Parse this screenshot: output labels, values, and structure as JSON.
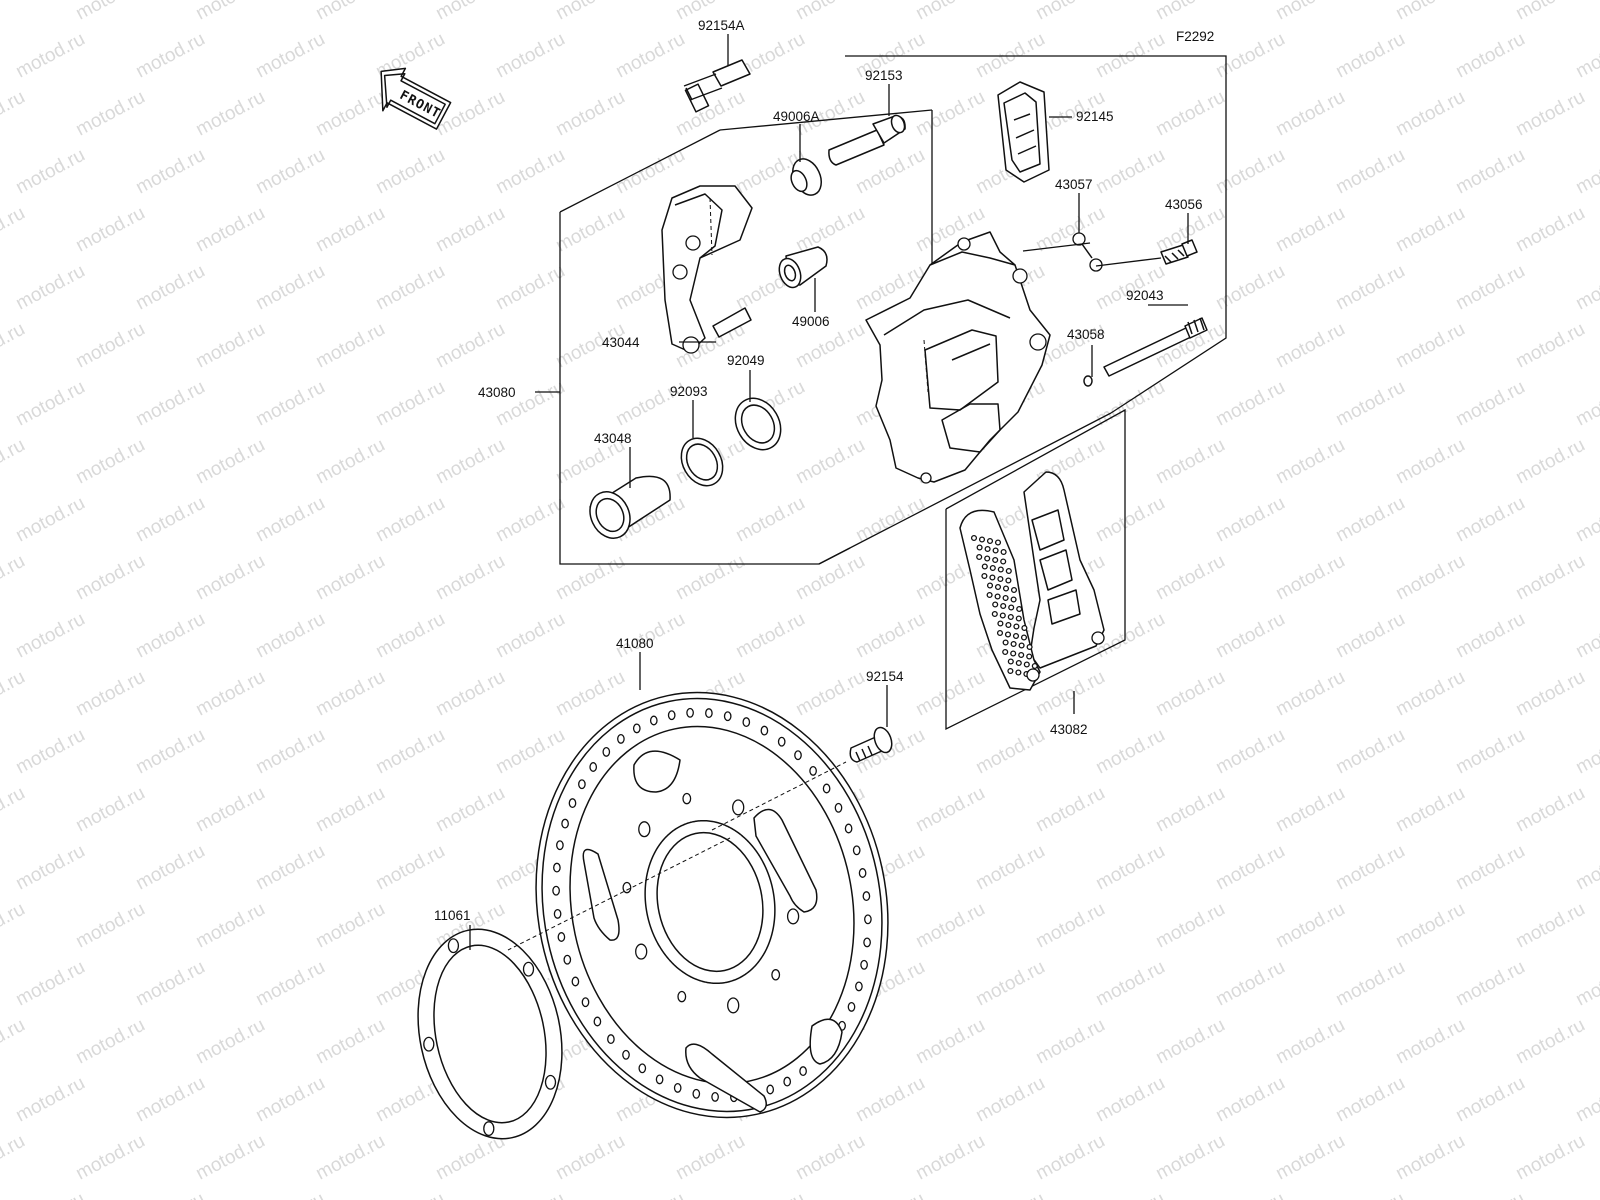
{
  "figure": {
    "code": "F2292",
    "watermark": "motod.ru"
  },
  "front_indicator": {
    "label": "FRONT"
  },
  "parts": [
    {
      "id": "p92154A",
      "number": "92154A"
    },
    {
      "id": "p92153",
      "number": "92153"
    },
    {
      "id": "p49006A",
      "number": "49006A"
    },
    {
      "id": "p92145",
      "number": "92145"
    },
    {
      "id": "p43057",
      "number": "43057"
    },
    {
      "id": "p43056",
      "number": "43056"
    },
    {
      "id": "p92043",
      "number": "92043"
    },
    {
      "id": "p43058",
      "number": "43058"
    },
    {
      "id": "p49006",
      "number": "49006"
    },
    {
      "id": "p43044",
      "number": "43044"
    },
    {
      "id": "p43080",
      "number": "43080"
    },
    {
      "id": "p92049",
      "number": "92049"
    },
    {
      "id": "p92093",
      "number": "92093"
    },
    {
      "id": "p43048",
      "number": "43048"
    },
    {
      "id": "p43082",
      "number": "43082"
    },
    {
      "id": "p41080",
      "number": "41080"
    },
    {
      "id": "p92154",
      "number": "92154"
    },
    {
      "id": "p11061",
      "number": "11061"
    }
  ]
}
